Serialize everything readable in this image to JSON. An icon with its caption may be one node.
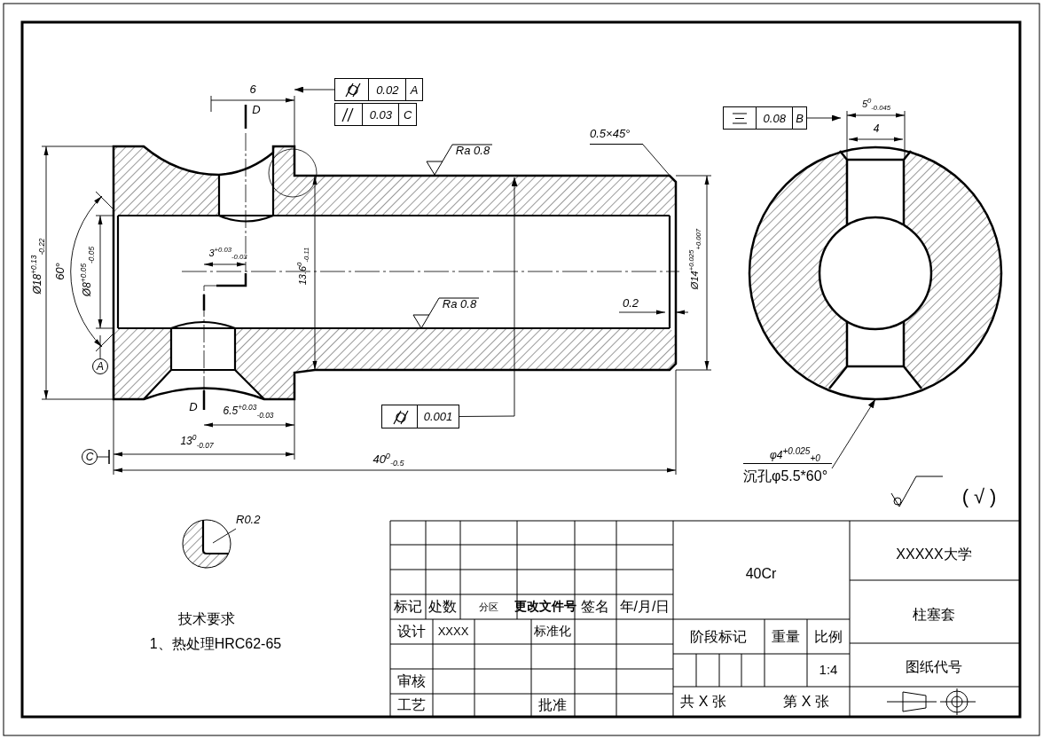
{
  "diagram": {
    "nodes": [
      {
        "text": [
          "0.02",
          "A"
        ]
      },
      {
        "text": [
          "0.03",
          "C"
        ]
      },
      {
        "text": [
          "0.08",
          "B"
        ]
      },
      {
        "text": [
          "0.001"
        ]
      },
      {
        "text": [
          "0.5×45°"
        ]
      },
      {
        "text": [
          "φ4$^{+0.025}$$_{+0}$",
          "沉孔φ5.5*60°"
        ]
      },
      {
        "text": [
          "R0.2"
        ]
      },
      {
        "text": [
          "A"
        ]
      },
      {
        "text": [
          "C"
        ]
      },
      {
        "text": [],
        "shape": "picture"
      },
      {
        "text": [],
        "shape": "picture"
      },
      {
        "text": [],
        "shape": "picture"
      }
    ],
    "edges": [
      {
        "from": 0,
        "to": null,
        "arrow": "to"
      },
      {
        "from": 2,
        "to": null,
        "arrow": "to"
      },
      {
        "from": 3,
        "to": 9,
        "arrow": "to"
      },
      {
        "from": 4,
        "to": 9,
        "arrow": "none"
      },
      {
        "from": 5,
        "to": 10,
        "arrow": "to"
      },
      {
        "from": 6,
        "to": 11,
        "arrow": "none"
      },
      {
        "from": 7,
        "to": null,
        "arrow": "none"
      },
      {
        "from": 8,
        "to": null,
        "arrow": "other"
      }
    ],
    "labels": [
      "6",
      "D",
      "Ø18$^{+0.13}$$_{-0.22}$",
      "60°",
      "Ø8$^{+0.05}$$_{-0.05}$",
      "3$^{+0.03}$$_{-0.03}$",
      "13.6$^{0}$$_{-0.11}$",
      "Ra 0.8",
      "Ra 0.8",
      "0.2",
      "Ø14$^{+0.025}$$_{+0.007}$",
      "D",
      "6.5$^{+0.03}$$_{-0.03}$",
      "13$^{0}$$_{-0.07}$",
      "40$^{0}$$_{-0.5}$",
      "5$^{0}$$_{-0.045}$",
      "4",
      "(√)",
      "技术要求",
      "1、热处理HRC62-65",
      "40Cr",
      "XXXXX大学",
      "柱塞套",
      "标记",
      "处数",
      "分区",
      "更改文件号",
      "签名",
      "年/月/日",
      "设计",
      "XXXX",
      "标准化",
      "阶段标记",
      "重量",
      "比例",
      "1:4",
      "图纸代号",
      "审核",
      "工艺",
      "批准",
      "共 X 张",
      "第 X 张"
    ]
  }
}
